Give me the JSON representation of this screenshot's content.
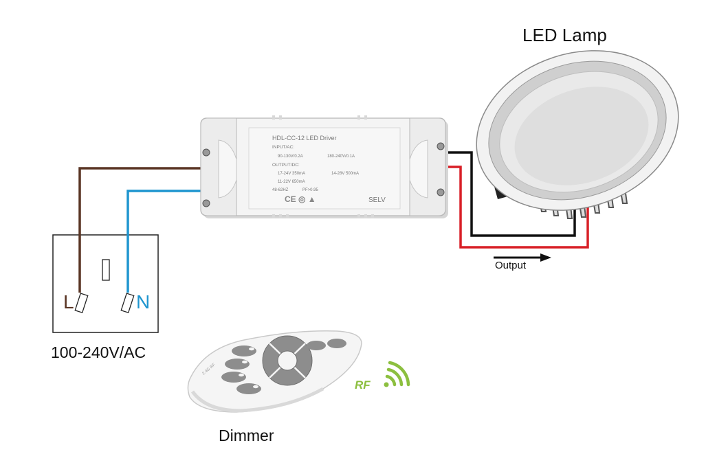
{
  "labels": {
    "lamp": "LED Lamp",
    "voltage": "100-240V/AC",
    "dimmer": "Dimmer",
    "output": "Output",
    "live": "L",
    "neutral": "N",
    "rf": "RF"
  },
  "driver": {
    "title": "HDL-CC-12 LED Driver",
    "input_heading": "INPUT/AC:",
    "input_opt1": "90-130V/0.2A",
    "input_opt2": "180-240V/0.1A",
    "output_heading": "OUTPUT/DC:",
    "output_opt1": "17-24V 350mA",
    "output_opt2": "14-28V 500mA",
    "output_opt3": "11-22V 650mA",
    "freq": "48-62HZ",
    "pf": "PF>0.95",
    "selv": "SELV"
  },
  "colors": {
    "live_wire": "#5a3524",
    "neutral_wire": "#1e95cf",
    "positive_wire": "#d81f26",
    "negative_wire": "#111111",
    "rf_signal": "#8cbf3f",
    "remote_button": "#8d8d8d"
  }
}
